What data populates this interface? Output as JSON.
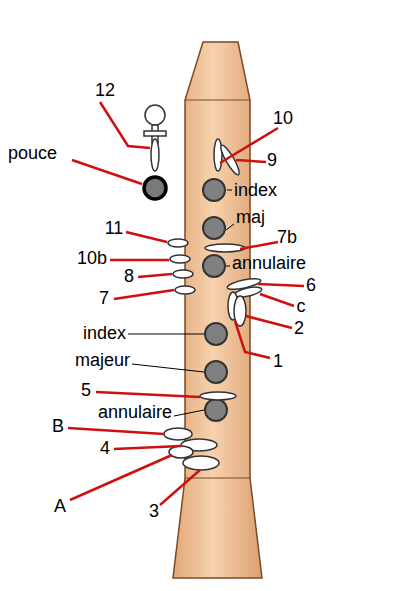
{
  "diagram": {
    "labels": [
      "12",
      "10",
      "pouce",
      "9",
      "index",
      "maj",
      "11",
      "7b",
      "10b",
      "annulaire",
      "8",
      "6",
      "7",
      "c",
      "2",
      "index",
      "1",
      "majeur",
      "5",
      "annulaire",
      "B",
      "4",
      "A",
      "3"
    ]
  }
}
